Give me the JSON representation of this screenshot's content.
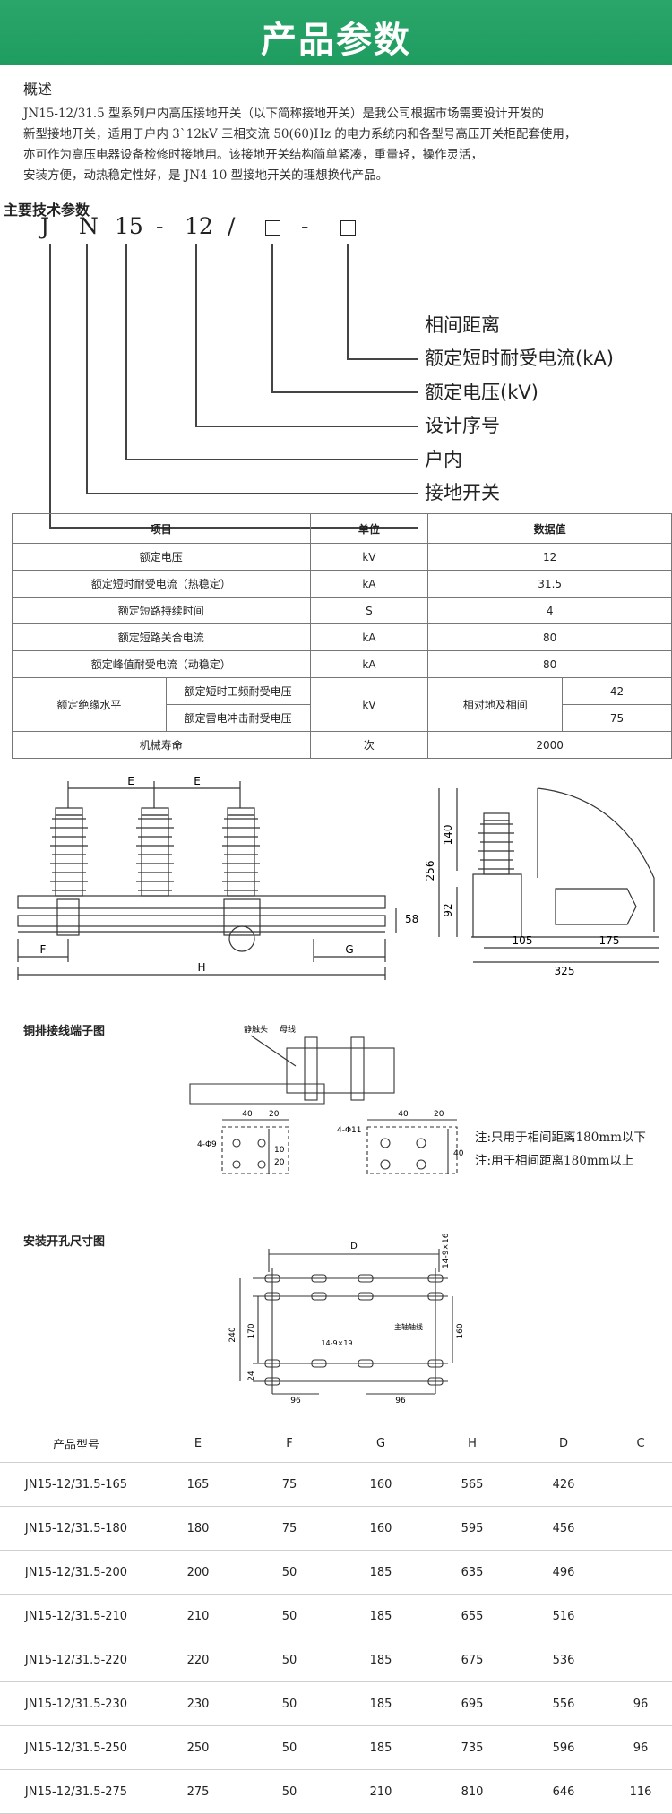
{
  "banner": {
    "title": "产品参数"
  },
  "overview": {
    "heading": "概述",
    "lines": [
      "JN15-12/31.5 型系列户内高压接地开关（以下简称接地开关）是我公司根据市场需要设计开发的",
      "新型接地开关，适用于户内 3`12kV 三相交流 50(60)Hz 的电力系统内和各型号高压开关柜配套使用，",
      "亦可作为高压电器设备检修时接地用。该接地开关结构简单紧凑，重量轻，操作灵活，",
      "安装方便，动热稳定性好，是 JN4-10 型接地开关的理想换代产品。"
    ]
  },
  "tech": {
    "heading": "主要技术参数",
    "code": {
      "c1": "J",
      "c2": "N",
      "c3": "15",
      "d1": "-",
      "c4": "12",
      "slash": "/",
      "d2": "-"
    },
    "labels": [
      "相间距离",
      "额定短时耐受电流(kA)",
      "额定电压(kV)",
      "设计序号",
      "户内",
      "接地开关"
    ]
  },
  "spec": {
    "headers": {
      "item": "项目",
      "unit": "单位",
      "value": "数据值"
    },
    "rows": [
      {
        "item": "额定电压",
        "unit": "kV",
        "value": "12"
      },
      {
        "item": "额定短时耐受电流（热稳定）",
        "unit": "kA",
        "value": "31.5"
      },
      {
        "item": "额定短路持续时间",
        "unit": "S",
        "value": "4"
      },
      {
        "item": "额定短路关合电流",
        "unit": "kA",
        "value": "80"
      },
      {
        "item": "额定峰值耐受电流（动稳定）",
        "unit": "kA",
        "value": "80"
      }
    ],
    "insulation": {
      "group": "额定绝缘水平",
      "sub1": "额定短时工频耐受电压",
      "sub2": "额定雷电冲击耐受电压",
      "unit": "kV",
      "relative": "相对地及相间",
      "v1": "42",
      "v2": "75"
    },
    "life": {
      "item": "机械寿命",
      "unit": "次",
      "value": "2000"
    }
  },
  "drawing1": {
    "labels": {
      "e1": "E",
      "e2": "E",
      "f": "F",
      "g": "G",
      "h": "H",
      "d58": "58"
    },
    "side": {
      "d256": "256",
      "d140": "140",
      "d92": "92",
      "d105": "105",
      "d175": "175",
      "d325": "325"
    }
  },
  "copper": {
    "caption": "铜排接线端子图",
    "tag1": "静触头",
    "tag2": "母线",
    "a40": "40",
    "a20": "20",
    "hole1": "4-Φ9",
    "a10": "10",
    "a20v": "20",
    "b40": "40",
    "b20": "20",
    "hole2": "4-Φ11",
    "b40v": "40",
    "note1": "注:只用于相间距离180mm以下",
    "note2": "注:用于相间距离180mm以上"
  },
  "install": {
    "caption": "安装开孔尺寸图",
    "d": "D",
    "d14916": "14-9×16",
    "d240": "240",
    "d170": "170",
    "d24": "24",
    "d96a": "96",
    "d96b": "96",
    "d160": "160",
    "d14919": "14-9×19",
    "shaft": "主轴轴线"
  },
  "dims": {
    "headers": [
      "产品型号",
      "E",
      "F",
      "G",
      "H",
      "D",
      "C"
    ],
    "rows": [
      [
        "JN15-12/31.5-165",
        "165",
        "75",
        "160",
        "565",
        "426",
        ""
      ],
      [
        "JN15-12/31.5-180",
        "180",
        "75",
        "160",
        "595",
        "456",
        ""
      ],
      [
        "JN15-12/31.5-200",
        "200",
        "50",
        "185",
        "635",
        "496",
        ""
      ],
      [
        "JN15-12/31.5-210",
        "210",
        "50",
        "185",
        "655",
        "516",
        ""
      ],
      [
        "JN15-12/31.5-220",
        "220",
        "50",
        "185",
        "675",
        "536",
        ""
      ],
      [
        "JN15-12/31.5-230",
        "230",
        "50",
        "185",
        "695",
        "556",
        "96"
      ],
      [
        "JN15-12/31.5-250",
        "250",
        "50",
        "185",
        "735",
        "596",
        "96"
      ],
      [
        "JN15-12/31.5-275",
        "275",
        "50",
        "210",
        "810",
        "646",
        "116"
      ]
    ]
  }
}
